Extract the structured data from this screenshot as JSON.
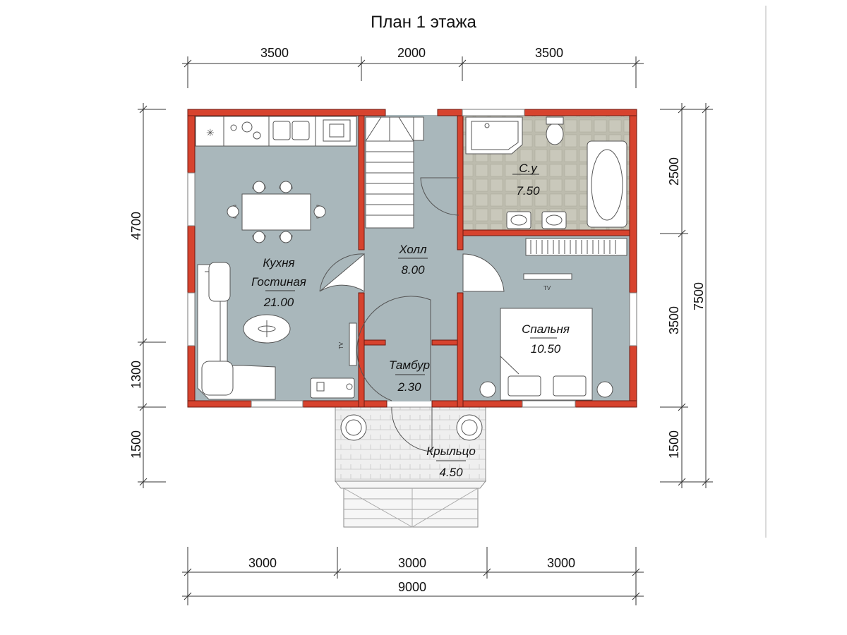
{
  "title": "План 1 этажа",
  "dimensions": {
    "top": [
      "3500",
      "2000",
      "3500"
    ],
    "bottom": [
      "3000",
      "3000",
      "3000"
    ],
    "bottom_total": "9000",
    "left": [
      "4700",
      "1300",
      "1500"
    ],
    "right": [
      "2500",
      "3500",
      "1500"
    ],
    "right_total": "7500"
  },
  "rooms": {
    "kitchen": {
      "name1": "Кухня",
      "name2": "Гостиная",
      "area": "21.00"
    },
    "hall": {
      "name": "Холл",
      "area": "8.00"
    },
    "bathroom": {
      "name": "С.у",
      "area": "7.50"
    },
    "bedroom": {
      "name": "Спальня",
      "area": "10.50"
    },
    "vestibule": {
      "name": "Тамбур",
      "area": "2.30"
    },
    "porch": {
      "name": "Крыльцо",
      "area": "4.50"
    }
  },
  "labels": {
    "tv1": "TV",
    "tv2": "TV"
  },
  "colors": {
    "wall": "#d7432e",
    "floor": "#a9b7bb",
    "tile": "#bdbcae"
  }
}
